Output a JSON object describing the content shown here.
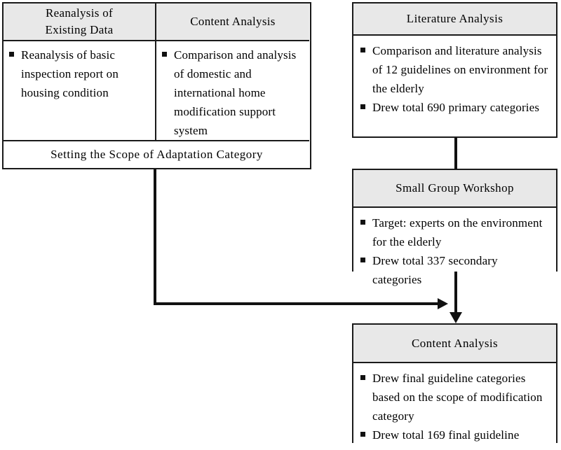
{
  "diagram": {
    "title": "Research process flowchart",
    "colors": {
      "header_background": "#e8e8e8",
      "box_background": "#ffffff",
      "border": "#1a1a1a",
      "connector": "#111111",
      "text": "#000000"
    },
    "left_table": {
      "headers": [
        "Reanalysis of Existing Data",
        "Content Analysis"
      ],
      "header_lines": [
        [
          "Reanalysis  of",
          "Existing  Data"
        ],
        [
          "Content  Analysis"
        ]
      ],
      "cells": [
        {
          "bullets": [
            "Reanalysis  of basic  inspection  report on housing  condition"
          ]
        },
        {
          "bullets": [
            "Comparison  and analysis  of domestic and international home modification support system"
          ]
        }
      ],
      "footer": "Setting  the  Scope of Adaptation  Category"
    },
    "right_boxes": [
      {
        "id": "literature-analysis",
        "header": "Literature  Analysis",
        "bullets": [
          "Comparison  and literature analysis  of 12 guidelines  on environment  for the elderly",
          "Drew total  690 primary categories"
        ]
      },
      {
        "id": "small-group-workshop",
        "header": "Small  Group  Workshop",
        "bullets": [
          "Target:  experts  on the environment  for the elderly",
          "Drew total  337 secondary categories"
        ]
      },
      {
        "id": "content-analysis-final",
        "header": "Content  Analysis",
        "bullets": [
          "Drew final  guideline categories  based on the scope of modification  category",
          "Drew total  169 final  guideline"
        ]
      }
    ],
    "connectors": [
      {
        "name": "literature-to-workshop",
        "from": "literature-analysis",
        "to": "small-group-workshop",
        "style": "vertical-line",
        "arrowhead": "none"
      },
      {
        "name": "scope-to-junction",
        "from": "setting-the-scope",
        "to": "workshop-output-line",
        "style": "elbow-right",
        "arrowhead": "right"
      },
      {
        "name": "workshop-to-content-analysis",
        "from": "small-group-workshop",
        "to": "content-analysis-final",
        "style": "vertical-line",
        "arrowhead": "down"
      }
    ]
  }
}
